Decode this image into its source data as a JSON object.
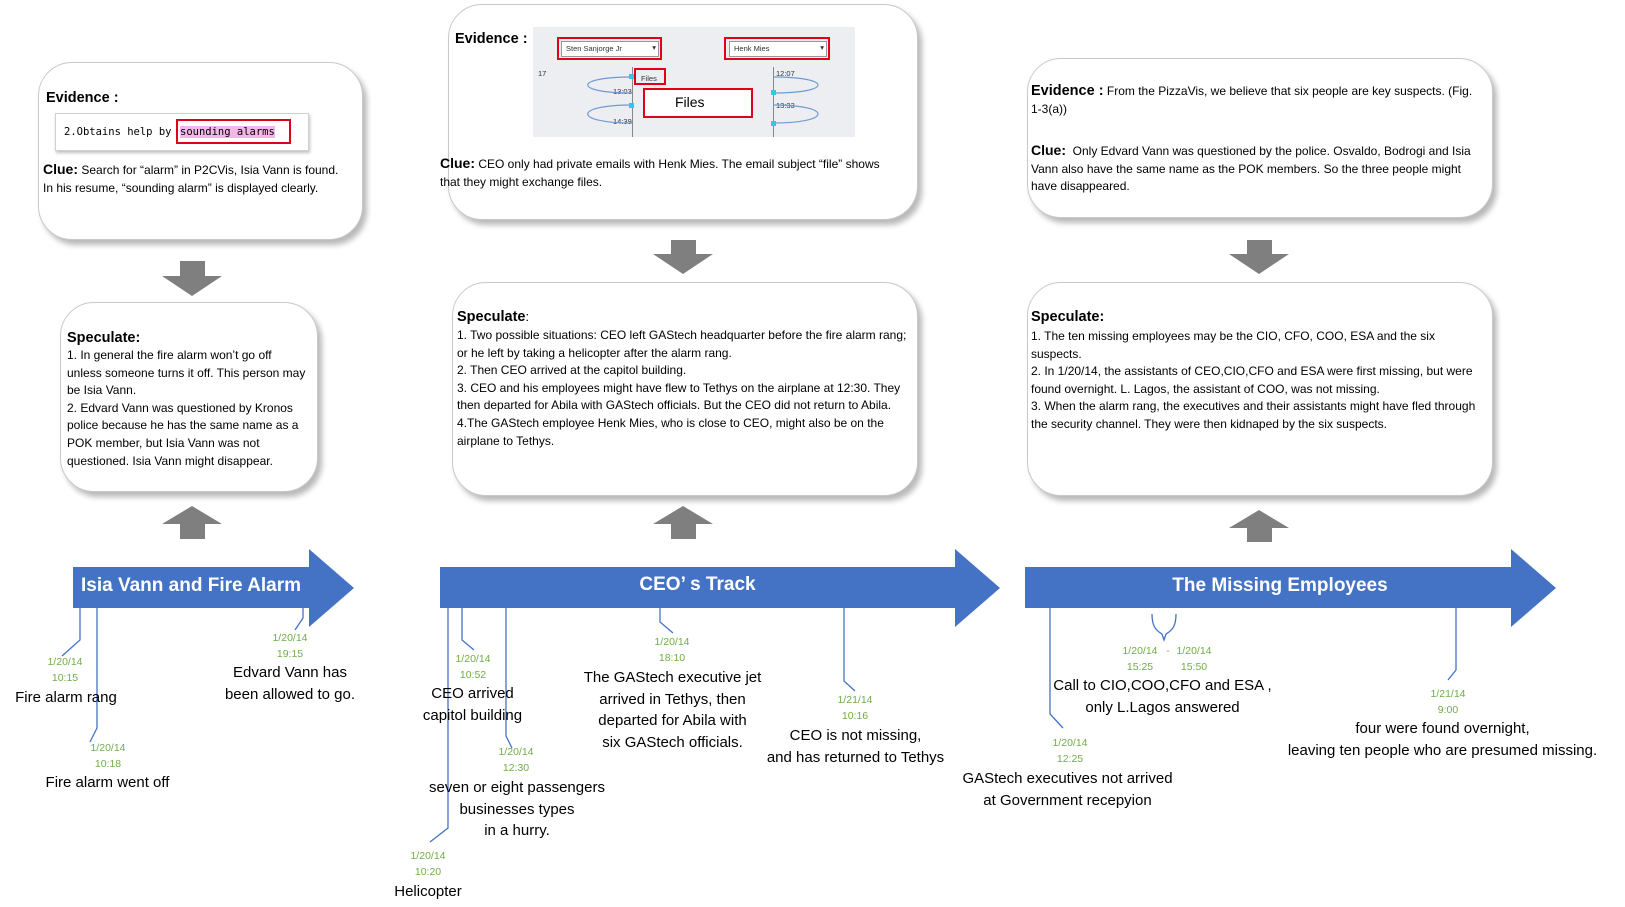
{
  "colors": {
    "accent": "#4472c4",
    "date": "#70ad47",
    "evidence_red": "#e0001b",
    "gray_arrow": "#7f7f7f"
  },
  "sections": [
    {
      "arrow_title": "Isia Vann and Fire Alarm",
      "evidence_label": "Evidence :",
      "evidence_snippet": {
        "prefix": "2.Obtains help by ",
        "highlight": "sounding alarms",
        "suffix": "."
      },
      "clue_label": "Clue:",
      "clue_text": "Search for “alarm” in P2CVis, Isia Vann is found.  In his resume, “sounding alarm” is displayed clearly.",
      "speculate_label": "Speculate:",
      "speculate_text": "1. In general the fire alarm won’t go off unless someone turns it off. This person may be Isia Vann.\n2.  Edvard Vann was questioned by Kronos police because he has the same name as a POK member, but Isia Vann was not questioned. Isia Vann might disappear."
    },
    {
      "arrow_title": "CEO’ s Track",
      "evidence_label": "Evidence :",
      "evidence_image": {
        "dropdown_left": "Sten Sanjorge Jr",
        "dropdown_right": "Henk Mies",
        "files_small": "Files",
        "files_big": "Files",
        "axis_left": "17",
        "time_1": "13:03",
        "time_2": "14:39",
        "time_3": "12:07",
        "time_4": "13:33"
      },
      "clue_label": "Clue:",
      "clue_text": "CEO only had private emails with Henk Mies. The email subject “file” shows that they might exchange files.",
      "speculate_label": "Speculate",
      "speculate_colon": ":",
      "speculate_text": "1. Two possible situations: CEO left GAStech headquarter before the fire alarm rang; or he left by taking a helicopter after the alarm rang.\n2. Then CEO arrived at the capitol building.\n3. CEO and his employees might have flew to Tethys on the airplane at 12:30. They then departed for Abila with GAStech officials. But the CEO did not return to Abila.\n4.The GAStech employee Henk Mies, who is close to CEO, might also be on the airplane to Tethys."
    },
    {
      "arrow_title": "The Missing Employees",
      "evidence_label": "Evidence :",
      "evidence_text": "From the PizzaVis, we believe that six people are key suspects. (Fig. 1-3(a))",
      "clue_label": "Clue:",
      "clue_text": "Only Edvard Vann was questioned by the police. Osvaldo,  Bodrogi and Isia Vann also have the same name as the POK members. So the three people might have disappeared.",
      "speculate_label": "Speculate:",
      "speculate_text": "1. The ten missing employees may be the CIO, CFO, COO, ESA and the six suspects.\n2. In 1/20/14, the assistants of CEO,CIO,CFO and ESA were first missing, but were found overnight. L. Lagos, the assistant of COO, was not missing.\n3. When the alarm rang, the executives and their assistants might have fled through the security channel. They were then kidnaped  by the six suspects."
    }
  ],
  "events": [
    {
      "date": "1/20/14\n10:15",
      "label": "Fire alarm rang"
    },
    {
      "date": "1/20/14\n10:18",
      "label": "Fire alarm went off"
    },
    {
      "date": "1/20/14\n19:15",
      "label": "Edvard Vann has\nbeen allowed to go."
    },
    {
      "date": "1/20/14\n10:52",
      "label": "CEO arrived\ncapitol building"
    },
    {
      "date": "1/20/14\n12:30",
      "label": "seven or eight passengers\nbusinesses types\nin a hurry."
    },
    {
      "date": "1/20/14\n10:20",
      "label": "Helicopter"
    },
    {
      "date": "1/20/14\n18:10",
      "label": "The GAStech executive jet\narrived in Tethys, then\ndeparted for Abila with\nsix GAStech officials."
    },
    {
      "date": "1/21/14\n10:16",
      "label": "CEO  is not missing,\nand has returned to Tethys"
    },
    {
      "date": "1/20/14\n15:25",
      "label": ""
    },
    {
      "date": "1/20/14\n15:50",
      "label": "Call to CIO,COO,CFO and ESA ,\nonly L.Lagos answered"
    },
    {
      "date": "1/20/14\n12:25",
      "label": "GAStech executives not arrived\nat Government recepyion"
    },
    {
      "date": "1/21/14\n9:00",
      "label": "four were found overnight,\nleaving ten people who are presumed missing."
    }
  ],
  "range_dash": "-"
}
